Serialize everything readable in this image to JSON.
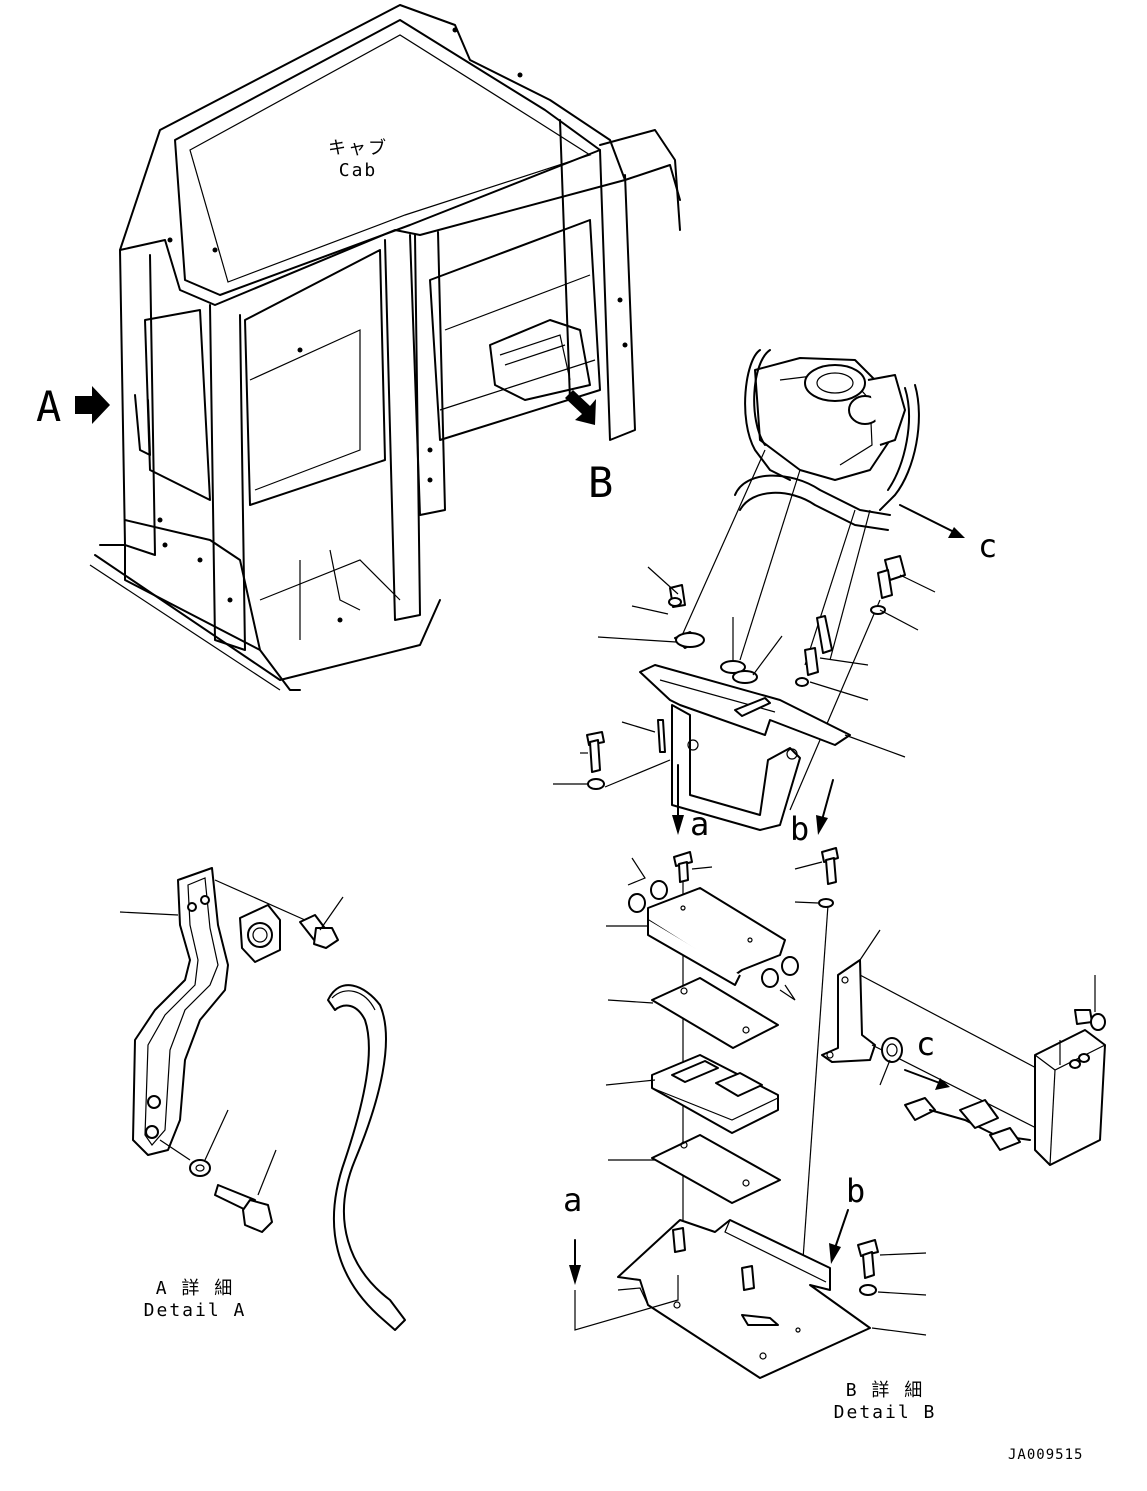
{
  "cab_label": {
    "jp": "キャブ",
    "en": "Cab"
  },
  "view_markers": {
    "a_view": "A",
    "b_view": "B"
  },
  "connection_labels": {
    "c_top": "c",
    "c_side": "c",
    "a_upper": "a",
    "b_upper": "b",
    "a_lower": "a",
    "b_lower": "b"
  },
  "detail_a": {
    "jp": "A 詳 細",
    "en": "Detail A"
  },
  "detail_b": {
    "jp": "B 詳 細",
    "en": "Detail B"
  },
  "drawing_code": "JA009515"
}
